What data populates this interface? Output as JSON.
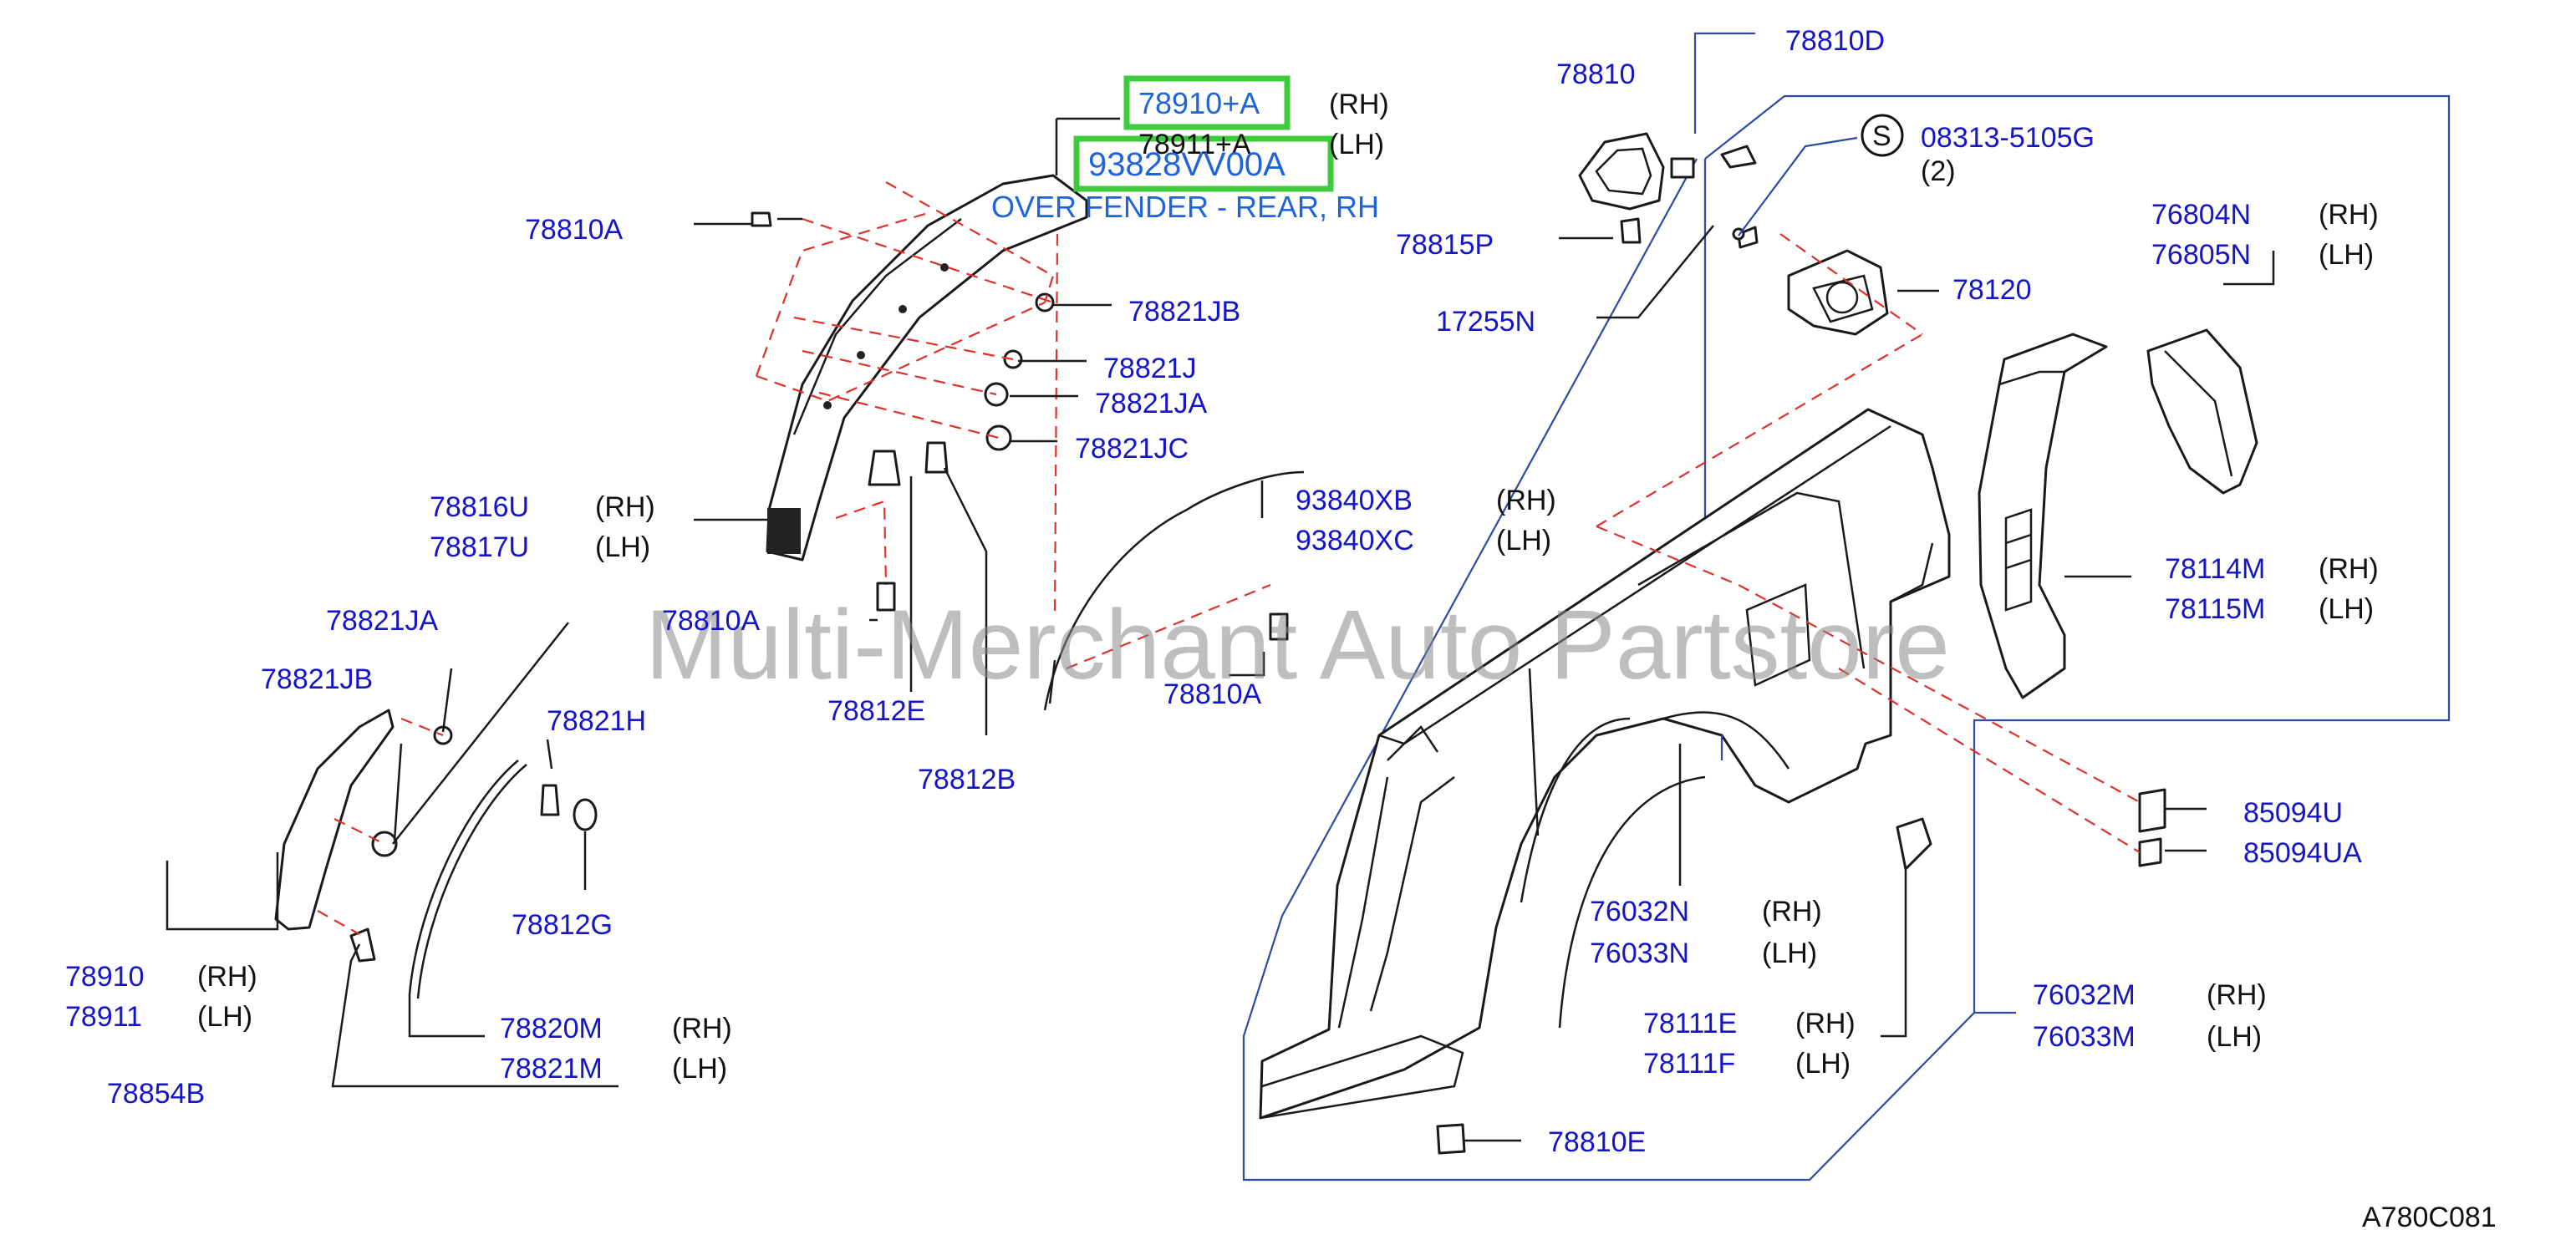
{
  "diagram_id": "A780C081",
  "watermark": "Multi-Merchant Auto Partstore",
  "highlights": {
    "part_no": "78910+A",
    "oem_no": "93828VV00A",
    "description": "OVER FENDER - REAR, RH"
  },
  "screw_symbol": "S",
  "labels": {
    "p78910A_top": "78910+A",
    "p78911A_top": "78911+A",
    "p78810A_1": "78810A",
    "p78821JB_1": "78821JB",
    "p78821J": "78821J",
    "p78821JA_1": "78821JA",
    "p78821JC": "78821JC",
    "p78816U": "78816U",
    "p78817U": "78817U",
    "p78810A_2": "78810A",
    "p78812E": "78812E",
    "p78812B": "78812B",
    "p93840XB": "93840XB",
    "p93840XC": "93840XC",
    "p78810A_3": "78810A",
    "p78821JA_2": "78821JA",
    "p78821JB_2": "78821JB",
    "p78821H": "78821H",
    "p78812G": "78812G",
    "p78910": "78910",
    "p78911": "78911",
    "p78854B": "78854B",
    "p78820M": "78820M",
    "p78821M": "78821M",
    "p78810": "78810",
    "p78810D": "78810D",
    "p78815P": "78815P",
    "p17255N": "17255N",
    "p08313": "08313-5105G",
    "qty2": "(2)",
    "p78120": "78120",
    "p76804N": "76804N",
    "p76805N": "76805N",
    "p78114M": "78114M",
    "p78115M": "78115M",
    "p85094U": "85094U",
    "p85094UA": "85094UA",
    "p76032N": "76032N",
    "p76033N": "76033N",
    "p78111E": "78111E",
    "p78111F": "78111F",
    "p76032M": "76032M",
    "p76033M": "76033M",
    "p78810E": "78810E"
  },
  "side": {
    "rh": "(RH)",
    "lh": "(LH)"
  },
  "colors": {
    "label": "#1414c8",
    "highlight_box": "#3ecc3e",
    "highlight_text": "#1e64dc",
    "dash": "#e0302a"
  }
}
